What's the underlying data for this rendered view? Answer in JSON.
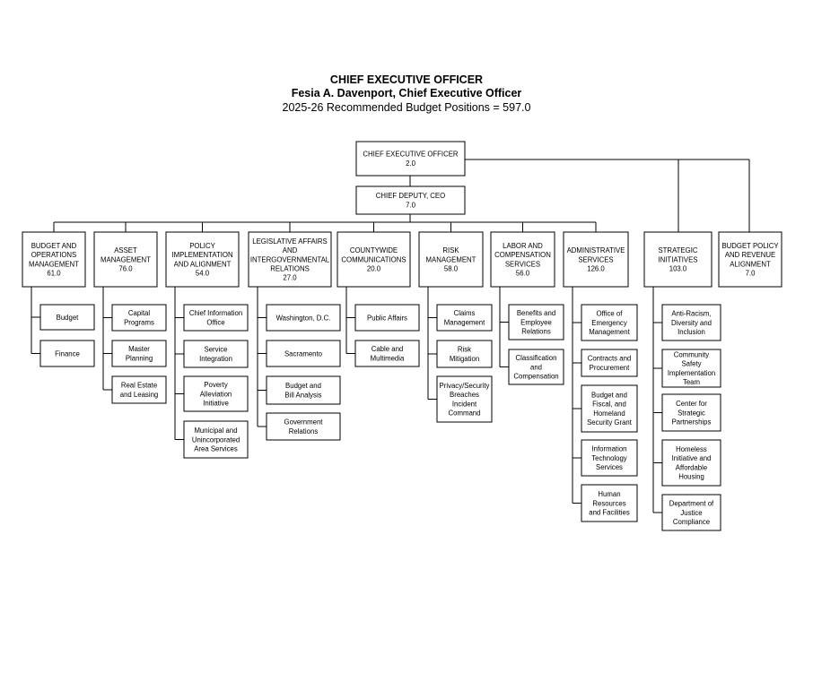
{
  "header": {
    "title": "CHIEF EXECUTIVE OFFICER",
    "subtitle": "Fesia A. Davenport, Chief Executive Officer",
    "positions": "2025-26 Recommended Budget Positions = 597.0"
  },
  "top": [
    {
      "name": "CHIEF EXECUTIVE OFFICER",
      "count": "2.0"
    },
    {
      "name": "CHIEF DEPUTY, CEO",
      "count": "7.0"
    }
  ],
  "departments": [
    {
      "lines": [
        "BUDGET AND",
        "OPERATIONS",
        "MANAGEMENT"
      ],
      "count": "61.0",
      "children": [
        [
          "Budget"
        ],
        [
          "Finance"
        ]
      ]
    },
    {
      "lines": [
        "ASSET",
        "MANAGEMENT"
      ],
      "count": "76.0",
      "children": [
        [
          "Capital",
          "Programs"
        ],
        [
          "Master",
          "Planning"
        ],
        [
          "Real Estate",
          "and Leasing"
        ]
      ]
    },
    {
      "lines": [
        "POLICY",
        "IMPLEMENTATION",
        "AND ALIGNMENT"
      ],
      "count": "54.0",
      "children": [
        [
          "Chief Information",
          "Office"
        ],
        [
          "Service",
          "Integration"
        ],
        [
          "Poverty",
          "Alleviation",
          "Initiative"
        ],
        [
          "Municipal and",
          "Unincorporated",
          "Area Services"
        ]
      ]
    },
    {
      "lines": [
        "LEGISLATIVE AFFAIRS",
        "AND",
        "INTERGOVERNMENTAL",
        "RELATIONS"
      ],
      "count": "27.0",
      "children": [
        [
          "Washington, D.C."
        ],
        [
          "Sacramento"
        ],
        [
          "Budget and",
          "Bill Analysis"
        ],
        [
          "Government",
          "Relations"
        ]
      ]
    },
    {
      "lines": [
        "COUNTYWIDE",
        "COMMUNICATIONS"
      ],
      "count": "20.0",
      "children": [
        [
          "Public Affairs"
        ],
        [
          "Cable and",
          "Multimedia"
        ]
      ]
    },
    {
      "lines": [
        "RISK",
        "MANAGEMENT"
      ],
      "count": "58.0",
      "children": [
        [
          "Claims",
          "Management"
        ],
        [
          "Risk",
          "Mitigation"
        ],
        [
          "Privacy/Security",
          "Breaches",
          "Incident",
          "Command"
        ]
      ]
    },
    {
      "lines": [
        "LABOR AND",
        "COMPENSATION",
        "SERVICES"
      ],
      "count": "56.0",
      "children": [
        [
          "Benefits and",
          "Employee",
          "Relations"
        ],
        [
          "Classification",
          "and",
          "Compensation"
        ]
      ]
    },
    {
      "lines": [
        "ADMINISTRATIVE",
        "SERVICES"
      ],
      "count": "126.0",
      "children": [
        [
          "Office of",
          "Emergency",
          "Management"
        ],
        [
          "Contracts and",
          "Procurement"
        ],
        [
          "Budget and",
          "Fiscal, and",
          "Homeland",
          "Security Grant"
        ],
        [
          "Information",
          "Technology",
          "Services"
        ],
        [
          "Human",
          "Resources",
          "and Facilities"
        ]
      ]
    },
    {
      "lines": [
        "STRATEGIC",
        "INITIATIVES"
      ],
      "count": "103.0",
      "children": [
        [
          "Anti-Racism,",
          "Diversity and",
          "Inclusion"
        ],
        [
          "Community",
          "Safety",
          "Implementation",
          "Team"
        ],
        [
          "Center for",
          "Strategic",
          "Partnerships"
        ],
        [
          "Homeless",
          "Initiative and",
          "Affordable",
          "Housing"
        ],
        [
          "Department of",
          "Justice",
          "Compliance"
        ]
      ]
    },
    {
      "lines": [
        "BUDGET POLICY",
        "AND REVENUE",
        "ALIGNMENT"
      ],
      "count": "7.0",
      "children": []
    }
  ]
}
